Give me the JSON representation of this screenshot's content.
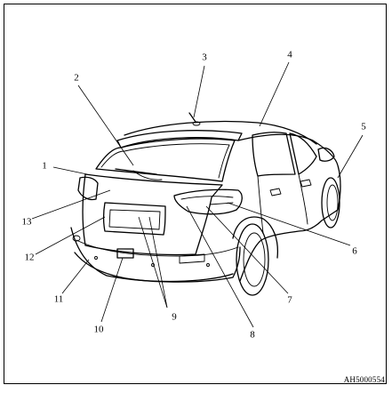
{
  "figure_code": "AH5000554",
  "callouts": [
    {
      "id": "1",
      "label": "1"
    },
    {
      "id": "2",
      "label": "2"
    },
    {
      "id": "3",
      "label": "3"
    },
    {
      "id": "4",
      "label": "4"
    },
    {
      "id": "5",
      "label": "5"
    },
    {
      "id": "6",
      "label": "6"
    },
    {
      "id": "7",
      "label": "7"
    },
    {
      "id": "8",
      "label": "8"
    },
    {
      "id": "9",
      "label": "9"
    },
    {
      "id": "10",
      "label": "10"
    },
    {
      "id": "11",
      "label": "11"
    },
    {
      "id": "12",
      "label": "12"
    },
    {
      "id": "13",
      "label": "13"
    }
  ]
}
